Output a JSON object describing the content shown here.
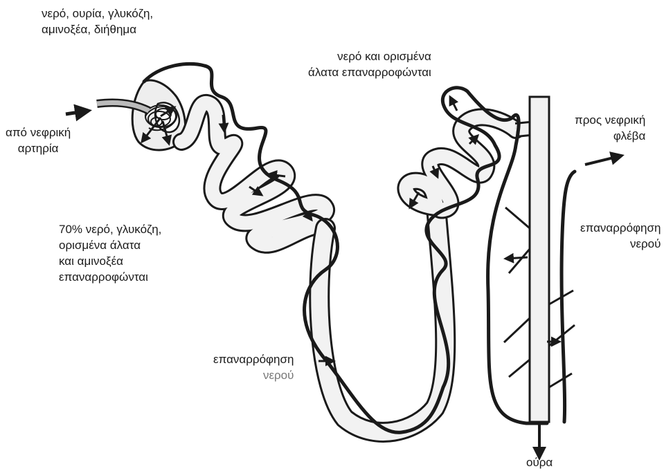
{
  "labels": {
    "filtrate": {
      "line1": "νερό, ουρία, γλυκόζη,",
      "line2": "αμινοξέα, διήθημα"
    },
    "renal_artery": {
      "line1": "από νεφρική",
      "line2": "αρτηρία"
    },
    "proximal_reabsorption": {
      "line1": "70% νερό, γλυκόζη,",
      "line2": "ορισμένα άλατα",
      "line3": "και αμινοξέα",
      "line4": "επαναρροφώνται"
    },
    "distal_reabsorption": {
      "line1": "νερό και ορισμένα",
      "line2": "άλατα επαναρροφώνται"
    },
    "loop_water": {
      "line1": "επαναρρόφηση",
      "line2": "νερού"
    },
    "renal_vein": {
      "line1": "προς νεφρική",
      "line2": "φλέβα"
    },
    "collecting_water": {
      "line1": "επαναρρόφηση",
      "line2": "νερού"
    },
    "urine": "ούρα"
  },
  "colors": {
    "ink": "#1a1a1a",
    "tubule_fill": "#f2f2f2"
  }
}
